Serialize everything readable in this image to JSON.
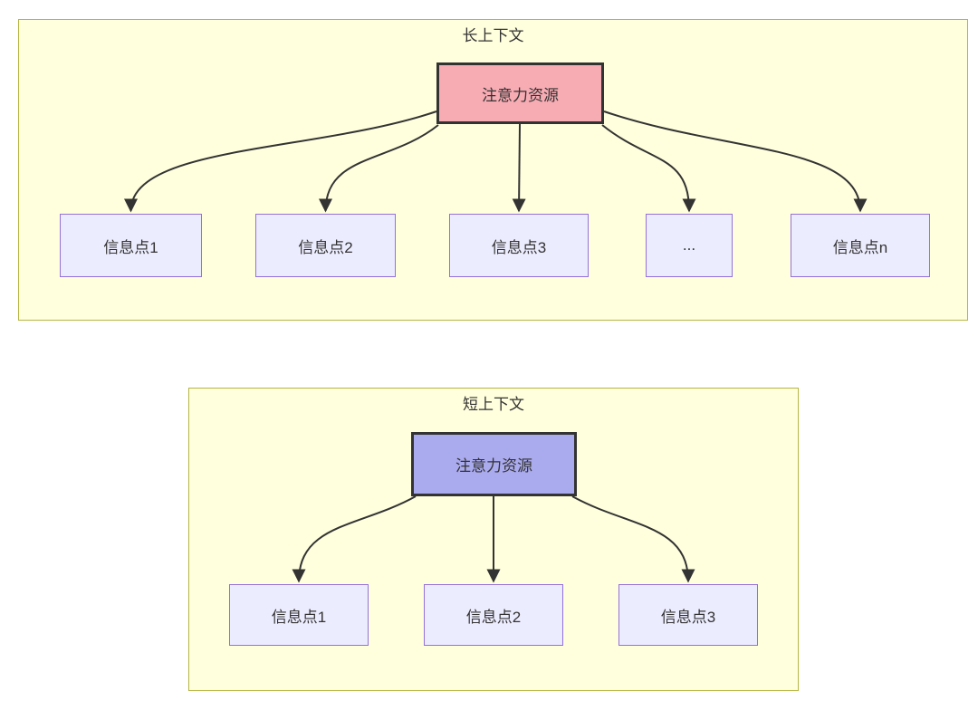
{
  "long_context": {
    "title": "长上下文",
    "attention": "注意力资源",
    "nodes": [
      "信息点1",
      "信息点2",
      "信息点3",
      "...",
      "信息点n"
    ]
  },
  "short_context": {
    "title": "短上下文",
    "attention": "注意力资源",
    "nodes": [
      "信息点1",
      "信息点2",
      "信息点3"
    ]
  },
  "colors": {
    "container_fill": "#ffffde",
    "container_border": "#b5b542",
    "attention_long_fill": "#f7abb3",
    "attention_short_fill": "#aaaaee",
    "attention_border": "#333333",
    "node_fill": "#ececff",
    "node_border": "#9470db",
    "edge_color": "#333333",
    "text_color": "#333333"
  }
}
